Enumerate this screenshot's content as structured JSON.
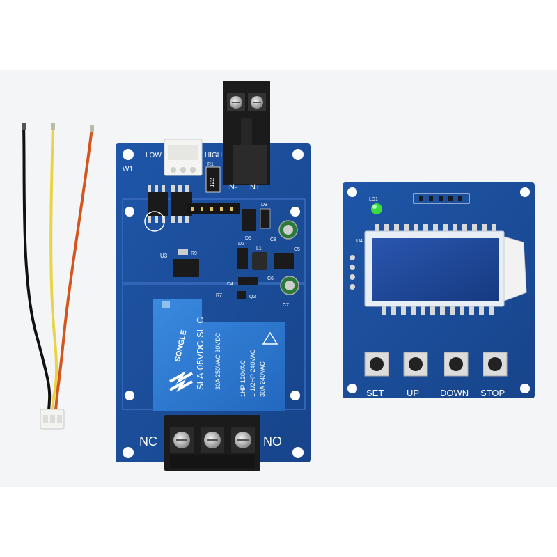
{
  "relay_board": {
    "label_low": "LOW",
    "label_high": "HIGH",
    "label_w1": "W1",
    "label_in_minus": "IN-",
    "label_in_plus": "IN+",
    "label_r1": "R1",
    "label_r1_code": "122",
    "label_d3": "D3",
    "label_d5": "D5",
    "label_d2": "D2",
    "label_l1": "L1",
    "label_c5": "C5",
    "label_c6": "C6",
    "label_c8": "C8",
    "label_c7": "C7",
    "label_u3": "U3",
    "label_r9": "R9",
    "label_d4": "D4",
    "label_r7": "R7",
    "label_q2": "Q2",
    "label_nc": "NC",
    "label_no": "NO",
    "relay": {
      "brand": "SONGLE",
      "model": "SLA-05VDC-SL-C",
      "rating_1": "30A 250VAC 30VDC",
      "rating_2": "1HP 120VAC",
      "rating_3": "1-1/2HP 240VAC",
      "rating_4": "30A 240VAC"
    }
  },
  "display_board": {
    "label_ld1": "LD1",
    "label_u4": "U4",
    "buttons": [
      {
        "label": "SET"
      },
      {
        "label": "UP"
      },
      {
        "label": "DOWN"
      },
      {
        "label": "STOP"
      }
    ]
  },
  "colors": {
    "pcb_blue": "#1c4f9c",
    "relay_blue": "#2f7fd6",
    "lcd": "#1a3f8a",
    "led_green": "#3cdc3c",
    "wire_black": "#111111",
    "wire_yellow": "#e8d44a",
    "wire_red": "#d2561e"
  }
}
